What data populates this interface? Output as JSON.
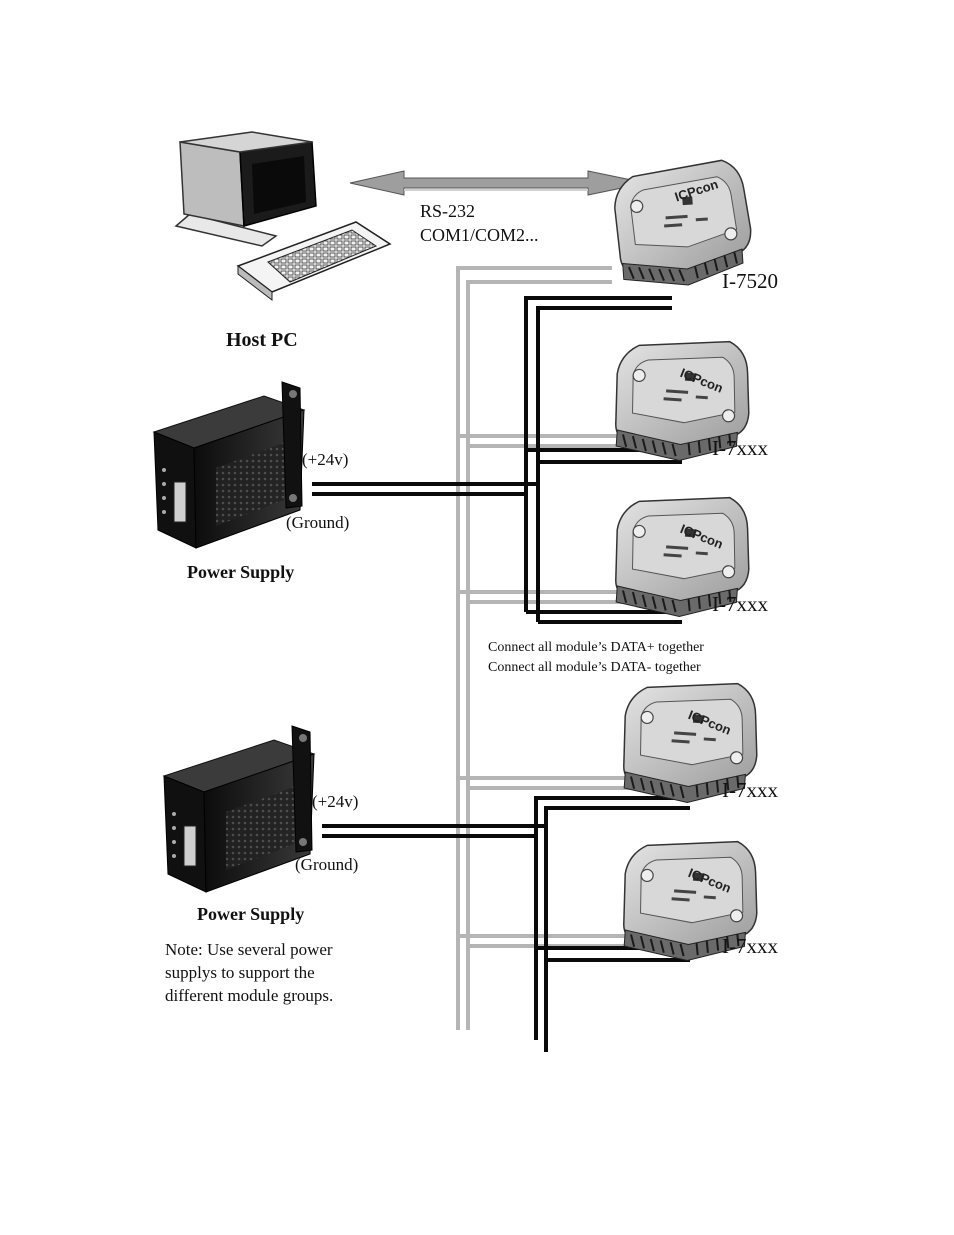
{
  "host": {
    "label": "Host PC"
  },
  "link": {
    "line1": "RS-232",
    "line2": "COM1/COM2..."
  },
  "modules": [
    {
      "name": "I-7520",
      "logo": "ICPcon"
    },
    {
      "name": "I-7xxx",
      "logo": "ICPcon"
    },
    {
      "name": "I-7xxx",
      "logo": "ICPcon"
    },
    {
      "name": "I-7xxx",
      "logo": "ICPcon"
    },
    {
      "name": "I-7xxx",
      "logo": "ICPcon"
    }
  ],
  "power_supplies": [
    {
      "label": "Power Supply",
      "plus": "(+24v)",
      "ground": "(Ground)"
    },
    {
      "label": "Power Supply",
      "plus": "(+24v)",
      "ground": "(Ground)"
    }
  ],
  "data_note": {
    "line1": "Connect all module’s  DATA+  together",
    "line2": "Connect all module’s  DATA-   together"
  },
  "power_note": "Note: Use several power supplys to support the different module groups.",
  "colors": {
    "data_bus": "#b5b5b5",
    "power_bus": "#0a0a0a",
    "device_body": "#c8c8c8",
    "supply_body": "#1c1c1c"
  }
}
